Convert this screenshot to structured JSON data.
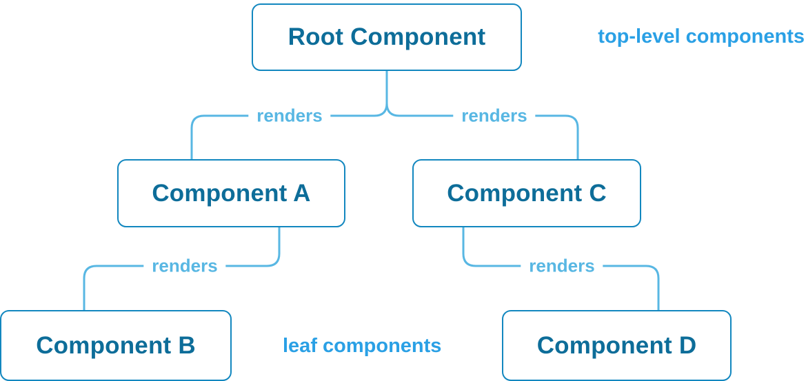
{
  "diagram": {
    "nodes": [
      {
        "id": "root",
        "label": "Root Component"
      },
      {
        "id": "component-a",
        "label": "Component A"
      },
      {
        "id": "component-b",
        "label": "Component B"
      },
      {
        "id": "component-c",
        "label": "Component C"
      },
      {
        "id": "component-d",
        "label": "Component D"
      }
    ],
    "edges": [
      {
        "from": "root",
        "to": "component-a",
        "label": "renders"
      },
      {
        "from": "root",
        "to": "component-c",
        "label": "renders"
      },
      {
        "from": "component-a",
        "to": "component-b",
        "label": "renders"
      },
      {
        "from": "component-c",
        "to": "component-d",
        "label": "renders"
      }
    ],
    "annotations": {
      "top": "top-level components",
      "bottom": "leaf components"
    },
    "colors": {
      "background": "#ffffff",
      "node_border": "#1287bf",
      "node_text": "#0d6d99",
      "edge_line": "#58b7e3",
      "edge_label": "#58b7e3",
      "annotation": "#2aa0e5"
    }
  }
}
